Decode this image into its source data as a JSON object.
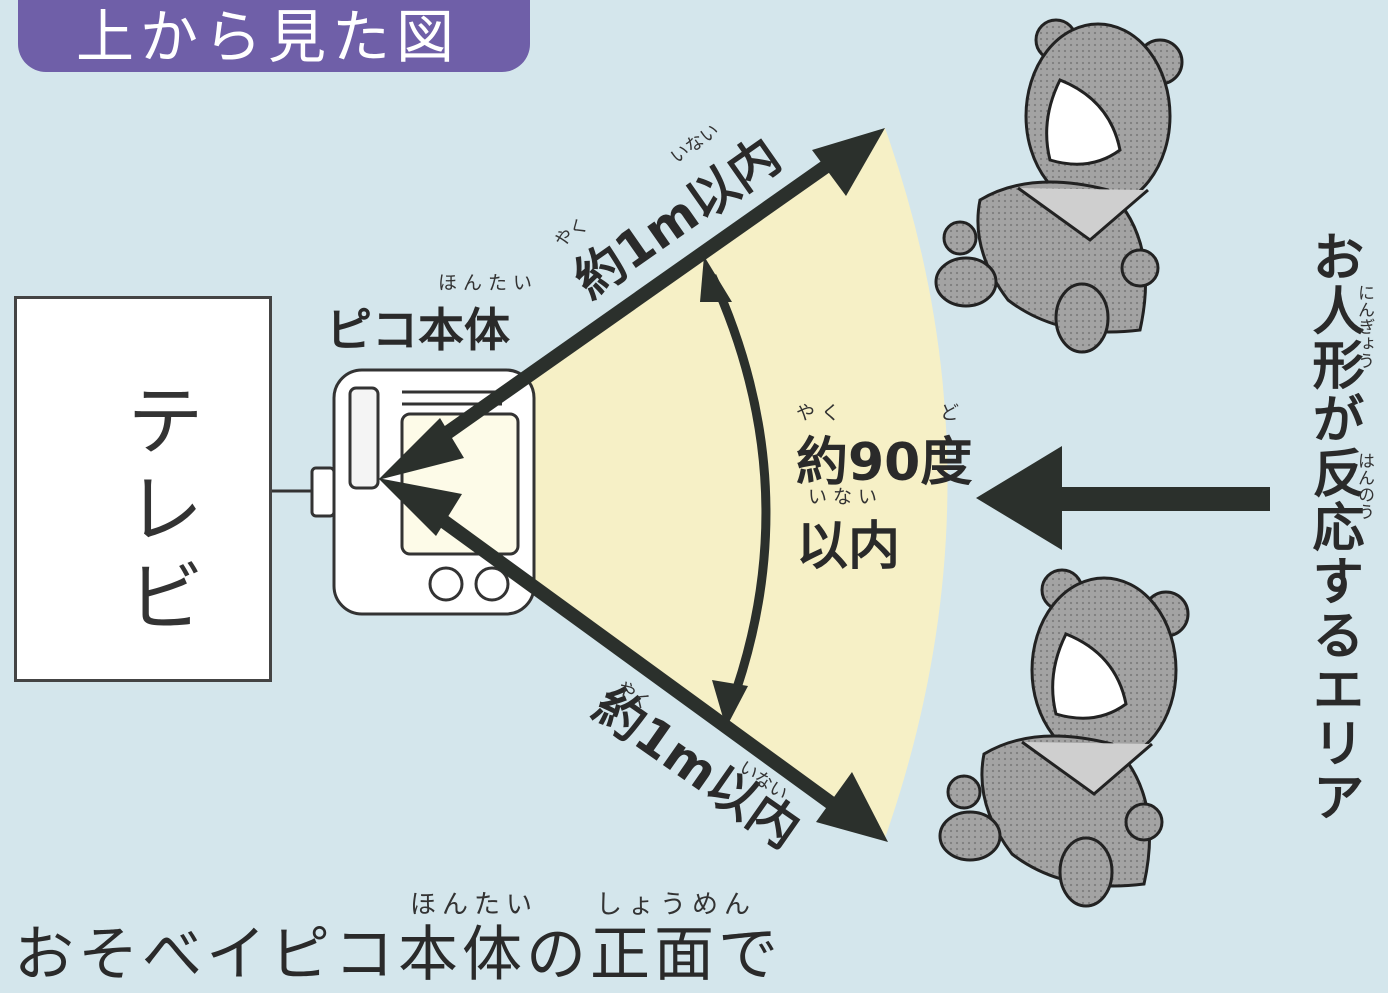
{
  "header": {
    "title": "上から見た図"
  },
  "labels": {
    "tv": "テレビ",
    "pico_body": "ピコ本体",
    "pico_body_ruby": "ほんたい",
    "distance_top": "約1m以内",
    "distance_top_ruby_yaku": "やく",
    "distance_top_ruby_inai": "いない",
    "distance_bottom": "約1m以内",
    "distance_bottom_ruby_yaku": "やく",
    "distance_bottom_ruby_inai": "いない",
    "angle_line1": "約90度",
    "angle_line2": "以内",
    "angle_ruby_yaku": "やく",
    "angle_ruby_do": "ど",
    "angle_ruby_inai": "いない",
    "reaction_area": "お人形が反応するエリア",
    "reaction_ruby_ningyou": "にんぎょう",
    "reaction_ruby_hannou": "はんのう"
  },
  "footer": {
    "ruby_hontai": "ほんたい",
    "ruby_shoumen": "しょうめん",
    "text": "おそべイピコ本体の正面で"
  },
  "colors": {
    "background": "#d4e6ec",
    "header": "#6f5fa8",
    "area": "#f6f0c6",
    "arrow": "#2b302c",
    "doll": "#9a9a9a"
  },
  "icons": [
    "pico-device-icon",
    "doll-icon",
    "doll-icon"
  ]
}
